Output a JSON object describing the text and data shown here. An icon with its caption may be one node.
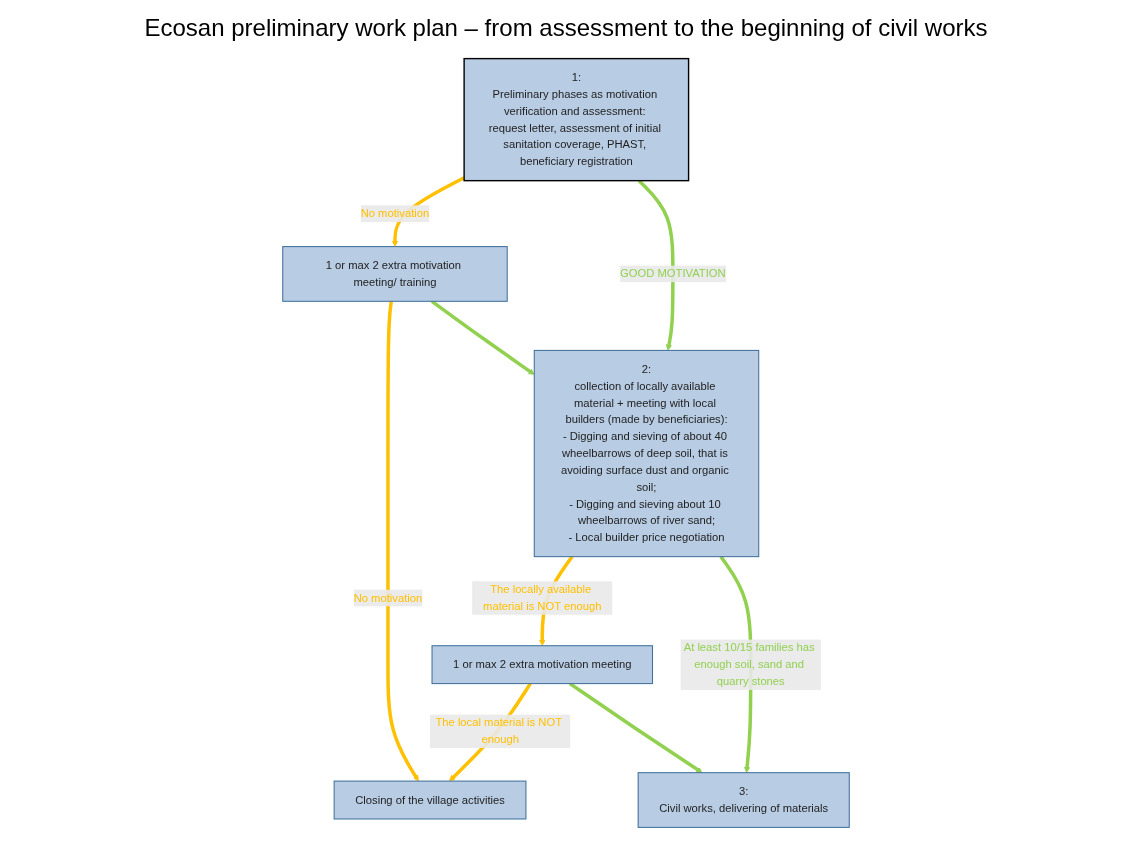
{
  "diagram": {
    "title": "Ecosan preliminary work plan – from assessment to the beginning of civil works",
    "nodes": [
      {
        "text": [
          "1:",
          "Preliminary phases as motivation verification and assessment: request letter, assessment of initial sanitation coverage, PHAST, beneficiary registration"
        ]
      },
      {
        "text": [
          "1 or max 2 extra motivation meeting/ training"
        ]
      },
      {
        "text": [
          "Closing of the village activities"
        ]
      },
      {
        "text": [
          "2:",
          "collection of locally available material + meeting with local builders (made by beneficiaries):",
          "- Digging and sieving of about 40 wheelbarrows of deep soil, that is avoiding surface dust and organic soil;",
          "- Digging and sieving about 10 wheelbarrows of river sand;",
          "- Local builder price negotiation"
        ]
      },
      {
        "text": [
          "1 or max 2 extra motivation meeting"
        ]
      },
      {
        "text": [
          "3:",
          "Civil works, delivering of materials"
        ]
      }
    ],
    "edges": [
      {
        "from": 0,
        "to": 1,
        "arrow": "to",
        "label": "No motivation",
        "color": "#ffc000"
      },
      {
        "from": 1,
        "to": 2,
        "arrow": "to",
        "label": "No motivation",
        "color": "#ffc000"
      },
      {
        "from": 0,
        "to": 3,
        "arrow": "to",
        "label": "GOOD MOTIVATION",
        "color": "#92d050"
      },
      {
        "from": 1,
        "to": 3,
        "arrow": "to",
        "color": "#92d050"
      },
      {
        "from": 3,
        "to": 4,
        "arrow": "to",
        "label": "The locally available material is NOT enough",
        "color": "#ffc000"
      },
      {
        "from": 4,
        "to": 2,
        "arrow": "to",
        "label": "The local material is NOT enough",
        "color": "#ffc000"
      },
      {
        "from": 3,
        "to": 5,
        "arrow": "to",
        "label": "At least 10/15 families has enough soil, sand and quarry stones",
        "color": "#92d050"
      },
      {
        "from": 4,
        "to": 5,
        "arrow": "to",
        "color": "#92d050"
      }
    ]
  }
}
